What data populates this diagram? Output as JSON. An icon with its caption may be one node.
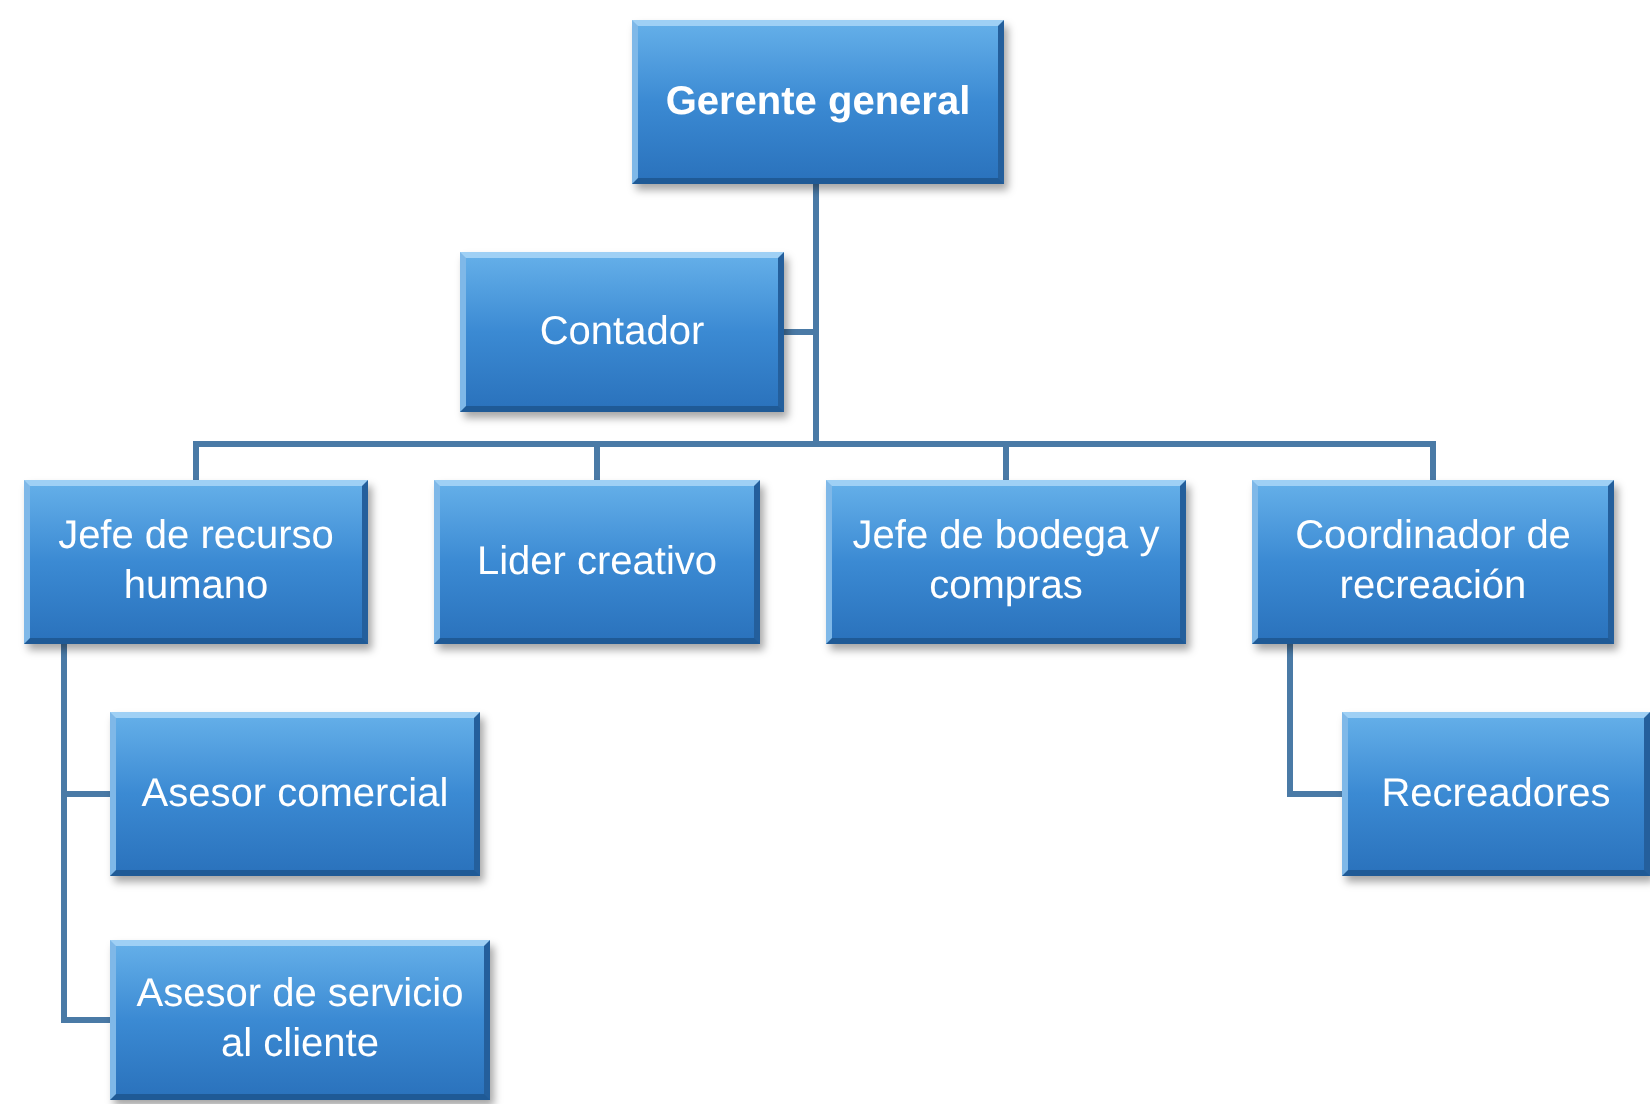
{
  "diagram": {
    "nodes": [
      {
        "text": [
          "Gerente general"
        ]
      },
      {
        "text": [
          "Contador"
        ]
      },
      {
        "text": [
          "Jefe de recurso humano"
        ]
      },
      {
        "text": [
          "Lider creativo"
        ]
      },
      {
        "text": [
          "Jefe de bodega y compras"
        ]
      },
      {
        "text": [
          "Coordinador de recreación"
        ]
      },
      {
        "text": [
          "Asesor comercial"
        ]
      },
      {
        "text": [
          "Asesor de servicio al cliente"
        ]
      },
      {
        "text": [
          "Recreadores"
        ]
      }
    ],
    "edges": [
      {
        "from": 0,
        "to": 1,
        "arrow": "none"
      },
      {
        "from": 0,
        "to": 2,
        "arrow": "none"
      },
      {
        "from": 0,
        "to": 3,
        "arrow": "none"
      },
      {
        "from": 0,
        "to": 4,
        "arrow": "none"
      },
      {
        "from": 0,
        "to": 5,
        "arrow": "none"
      },
      {
        "from": 2,
        "to": 6,
        "arrow": "none"
      },
      {
        "from": 2,
        "to": 7,
        "arrow": "none"
      },
      {
        "from": 5,
        "to": 8,
        "arrow": "none"
      }
    ]
  }
}
